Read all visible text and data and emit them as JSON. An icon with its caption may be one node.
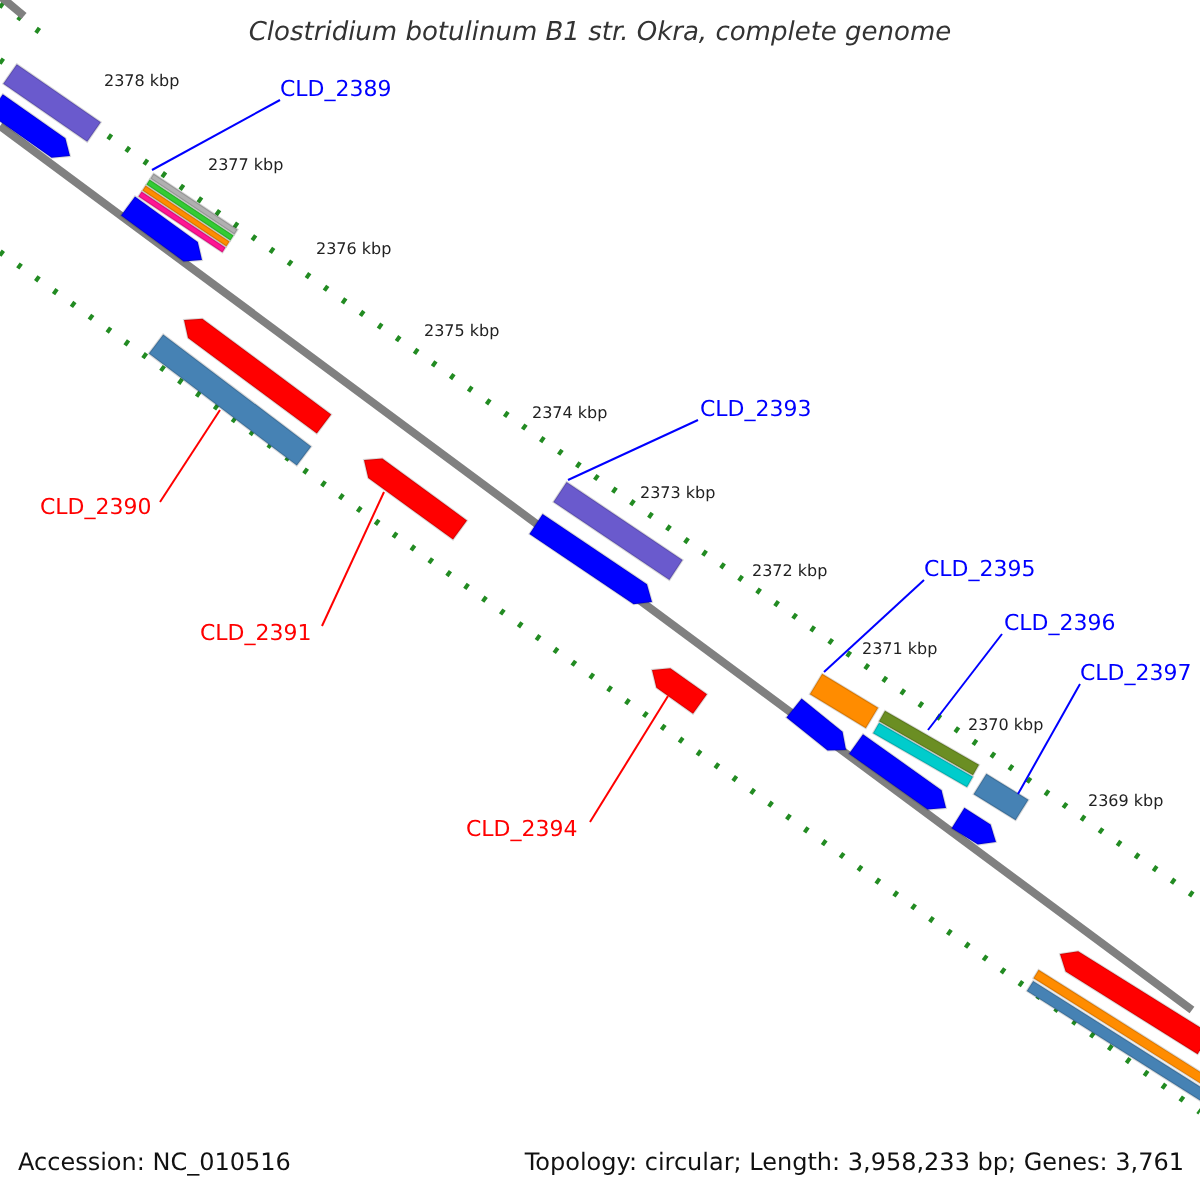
{
  "diagram": {
    "title": "Clostridium botulinum B1 str. Okra, complete genome",
    "nodes": [
      {
        "text": [
          "CLD_2389"
        ]
      },
      {
        "text": [
          "CLD_2393"
        ]
      },
      {
        "text": [
          "CLD_2395"
        ]
      },
      {
        "text": [
          "CLD_2396"
        ]
      },
      {
        "text": [
          "CLD_2397"
        ]
      },
      {
        "text": [
          "CLD_2390"
        ]
      },
      {
        "text": [
          "CLD_2391"
        ]
      },
      {
        "text": [
          "CLD_2394"
        ]
      },
      {
        "text": [],
        "shape": "bar"
      },
      {
        "text": [],
        "shape": "bar"
      },
      {
        "text": [],
        "shape": "bar"
      },
      {
        "text": [],
        "shape": "bar"
      },
      {
        "text": [],
        "shape": "bar"
      },
      {
        "text": [],
        "shape": "bar"
      },
      {
        "text": [],
        "shape": "bar"
      },
      {
        "text": [],
        "shape": "bar"
      },
      {
        "text": [],
        "shape": "bar"
      },
      {
        "text": [],
        "shape": "bar"
      },
      {
        "text": [],
        "shape": "bar"
      },
      {
        "text": [],
        "shape": "bar"
      },
      {
        "text": [],
        "shape": "bar"
      },
      {
        "text": [],
        "shape": "bar"
      },
      {
        "text": [],
        "shape": "bar"
      },
      {
        "text": [],
        "shape": "bar"
      },
      {
        "text": [],
        "shape": "bar"
      },
      {
        "text": [],
        "shape": "bar"
      },
      {
        "text": [],
        "shape": "bar"
      }
    ],
    "edges": [
      {
        "from": 0,
        "to": 8,
        "arrow": "none"
      },
      {
        "from": 1,
        "to": 9,
        "arrow": "none"
      },
      {
        "from": 2,
        "to": 10,
        "arrow": "none"
      },
      {
        "from": 3,
        "to": 11,
        "arrow": "none"
      },
      {
        "from": 4,
        "to": 12,
        "arrow": "none"
      },
      {
        "from": 5,
        "to": 13,
        "arrow": "none",
        "color": "#ff0000"
      },
      {
        "from": 6,
        "to": 14,
        "arrow": "none",
        "color": "#ff0000"
      },
      {
        "from": 7,
        "to": 15,
        "arrow": "none",
        "color": "#ff0000"
      }
    ],
    "labels": [
      "2378 kbp",
      "2377 kbp",
      "2376 kbp",
      "2375 kbp",
      "2374 kbp",
      "2373 kbp",
      "2372 kbp",
      "2371 kbp",
      "2370 kbp",
      "2369 kbp",
      "Accession: NC_010516",
      "Topology: circular; Length: 3,958,233 bp; Genes: 3,761"
    ]
  }
}
